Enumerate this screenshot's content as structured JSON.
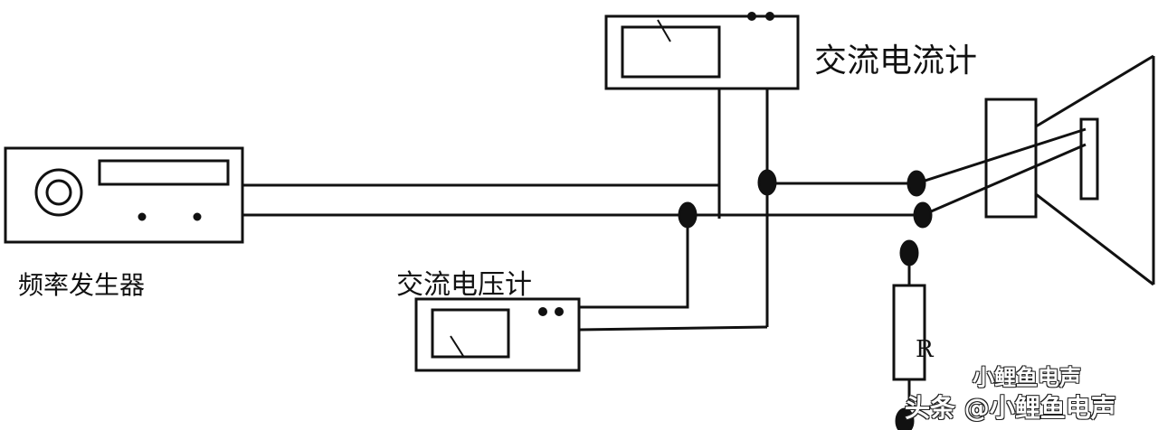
{
  "labels": {
    "frequency_generator": "频率发生器",
    "ac_ammeter": "交流电流计",
    "ac_voltmeter": "交流电压计",
    "resistor": "R"
  },
  "watermark": {
    "line1": "小鲤鱼电声",
    "line2": "头条 @小鲤鱼电声"
  },
  "colors": {
    "line": "#111111",
    "background": "#ffffff"
  }
}
